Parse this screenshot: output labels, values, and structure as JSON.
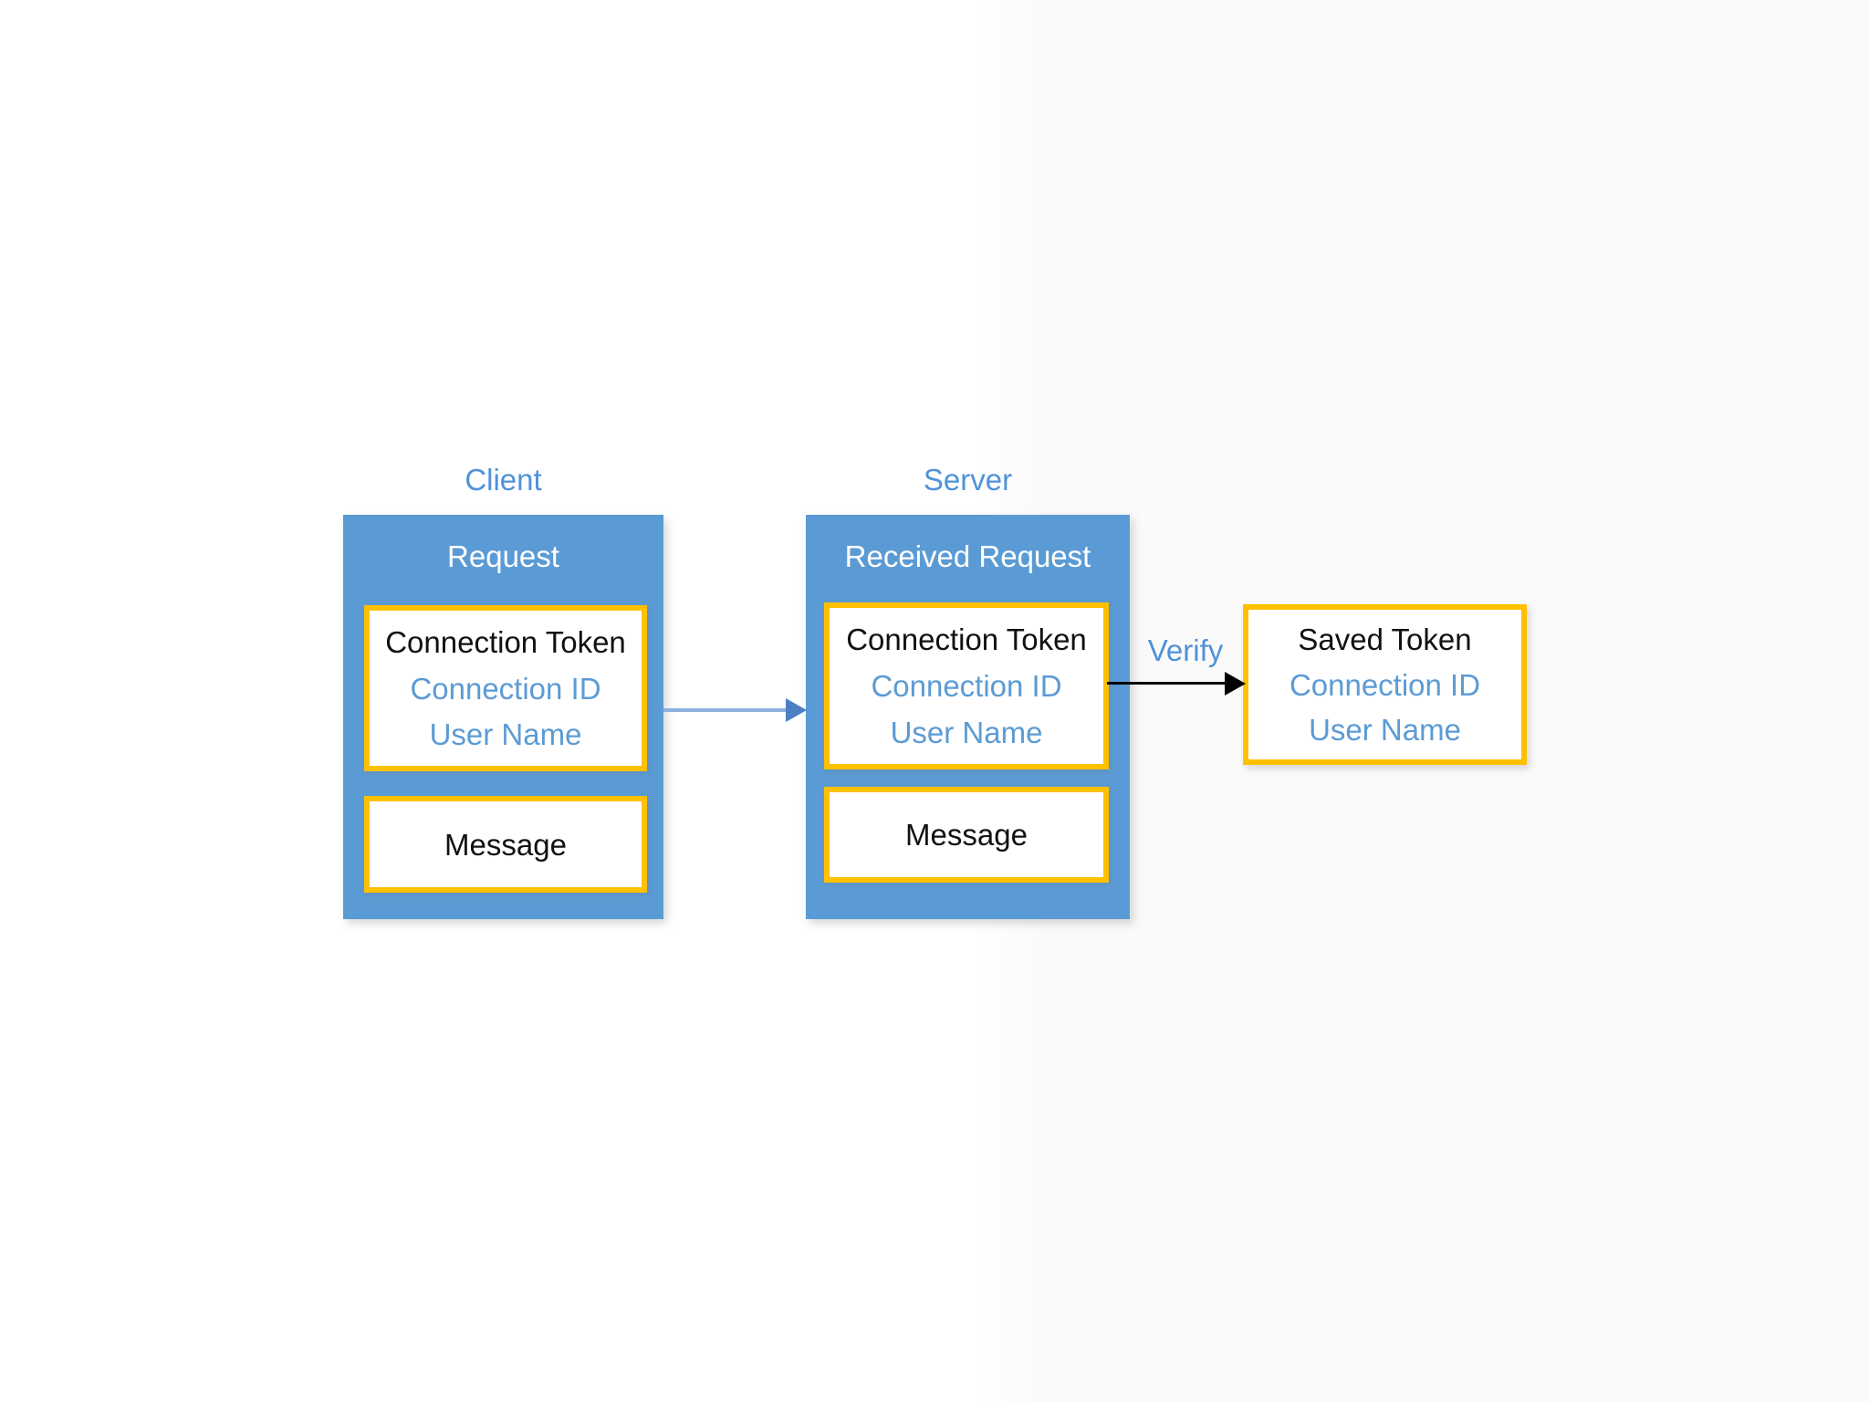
{
  "colors": {
    "box_blue": "#5b9bd5",
    "label_blue": "#4f92d9",
    "field_blue": "#5b9bd5",
    "accent_yellow": "#ffc000",
    "text_dark": "#111111",
    "arrow_blue_line": "#8cb0de",
    "arrow_blue_head": "#4b80c4",
    "arrow_black": "#000000"
  },
  "client": {
    "label": "Client",
    "header": "Request",
    "token_box": {
      "title": "Connection Token",
      "fields": [
        "Connection ID",
        "User Name"
      ]
    },
    "message_box": {
      "label": "Message"
    }
  },
  "server": {
    "label": "Server",
    "header": "Received Request",
    "token_box": {
      "title": "Connection Token",
      "fields": [
        "Connection ID",
        "User Name"
      ]
    },
    "message_box": {
      "label": "Message"
    }
  },
  "saved_token_box": {
    "title": "Saved Token",
    "fields": [
      "Connection ID",
      "User Name"
    ]
  },
  "arrows": {
    "verify_label": "Verify"
  }
}
